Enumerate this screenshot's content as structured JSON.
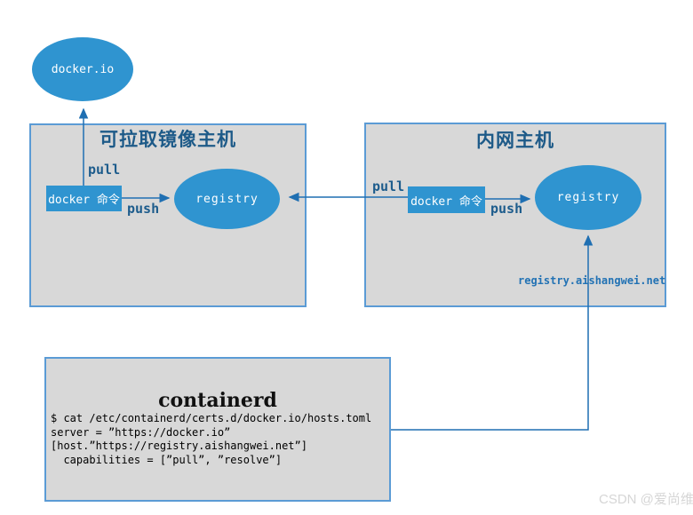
{
  "colors": {
    "node_blue": "#2f94d0",
    "box_gray": "#d8d8d8",
    "box_border_blue": "#5b9bd5",
    "connector_blue": "#1f6fb2",
    "title_blue": "#1d5a88",
    "label_blue": "#1d5c8c",
    "domain_text_blue": "#2272b4",
    "watermark_gray": "#d6d6d6"
  },
  "cloud": {
    "label": "docker.io"
  },
  "left_host": {
    "title": "可拉取镜像主机",
    "docker_cmd_label": "docker 命令",
    "registry_label": "registry",
    "pull_label": "pull",
    "push_label": "push"
  },
  "right_host": {
    "title": "内网主机",
    "docker_cmd_label": "docker 命令",
    "registry_label": "registry",
    "pull_label": "pull",
    "push_label": "push",
    "registry_domain": "registry.aishangwei.net"
  },
  "containerd": {
    "title": "containerd",
    "code_lines": [
      "$ cat /etc/containerd/certs.d/docker.io/hosts.toml",
      "server = ”https://docker.io”",
      "[host.”https://registry.aishangwei.net”]",
      "  capabilities = [”pull”, ”resolve”]"
    ]
  },
  "watermark": "CSDN @爱尚维"
}
